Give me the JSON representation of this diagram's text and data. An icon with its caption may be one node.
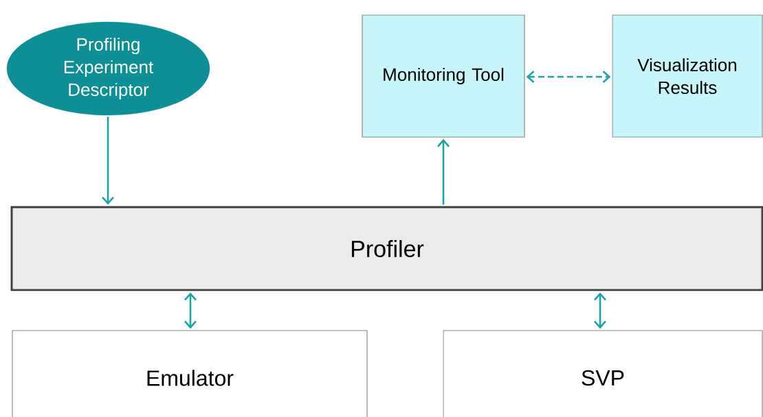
{
  "diagram": {
    "nodes": [
      {
        "text": [
          "Profiling Experiment Descriptor"
        ]
      },
      {
        "text": [
          "Monitoring Tool"
        ]
      },
      {
        "text": [
          "Visualization Results"
        ]
      },
      {
        "text": [
          "Profiler"
        ]
      },
      {
        "text": [
          "Emulator"
        ]
      },
      {
        "text": [
          "SVP"
        ]
      }
    ],
    "edges": [
      {
        "from": 0,
        "to": 3,
        "arrow": "to"
      },
      {
        "from": 3,
        "to": 1,
        "arrow": "to"
      },
      {
        "from": 1,
        "to": 2,
        "arrow": "both",
        "style": "dashed"
      },
      {
        "from": 3,
        "to": 4,
        "arrow": "both"
      },
      {
        "from": 3,
        "to": 5,
        "arrow": "both"
      }
    ]
  }
}
